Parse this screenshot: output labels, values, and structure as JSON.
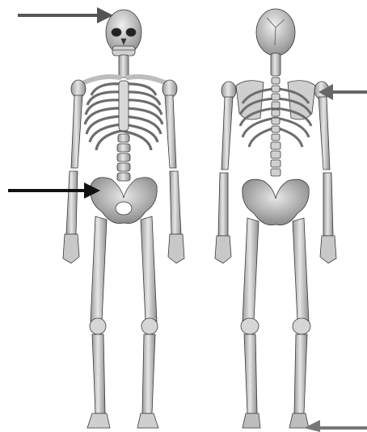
{
  "figure": {
    "background": "#ffffff",
    "bone_fill": "#d9d9d9",
    "bone_shade": "#8c8c8c",
    "bone_outline": "#3a3a3a",
    "views": [
      {
        "id": "anterior",
        "label": ""
      },
      {
        "id": "posterior",
        "label": ""
      }
    ],
    "arrows": [
      {
        "id": "arrow-to-skull",
        "color": "#555555",
        "direction": "right",
        "target": "skull"
      },
      {
        "id": "arrow-to-pelvis",
        "color": "#111111",
        "direction": "right",
        "target": "pelvis"
      },
      {
        "id": "arrow-to-scapula",
        "color": "#666666",
        "direction": "left",
        "target": "scapula"
      },
      {
        "id": "arrow-to-foot",
        "color": "#777777",
        "direction": "left",
        "target": "foot"
      }
    ]
  }
}
